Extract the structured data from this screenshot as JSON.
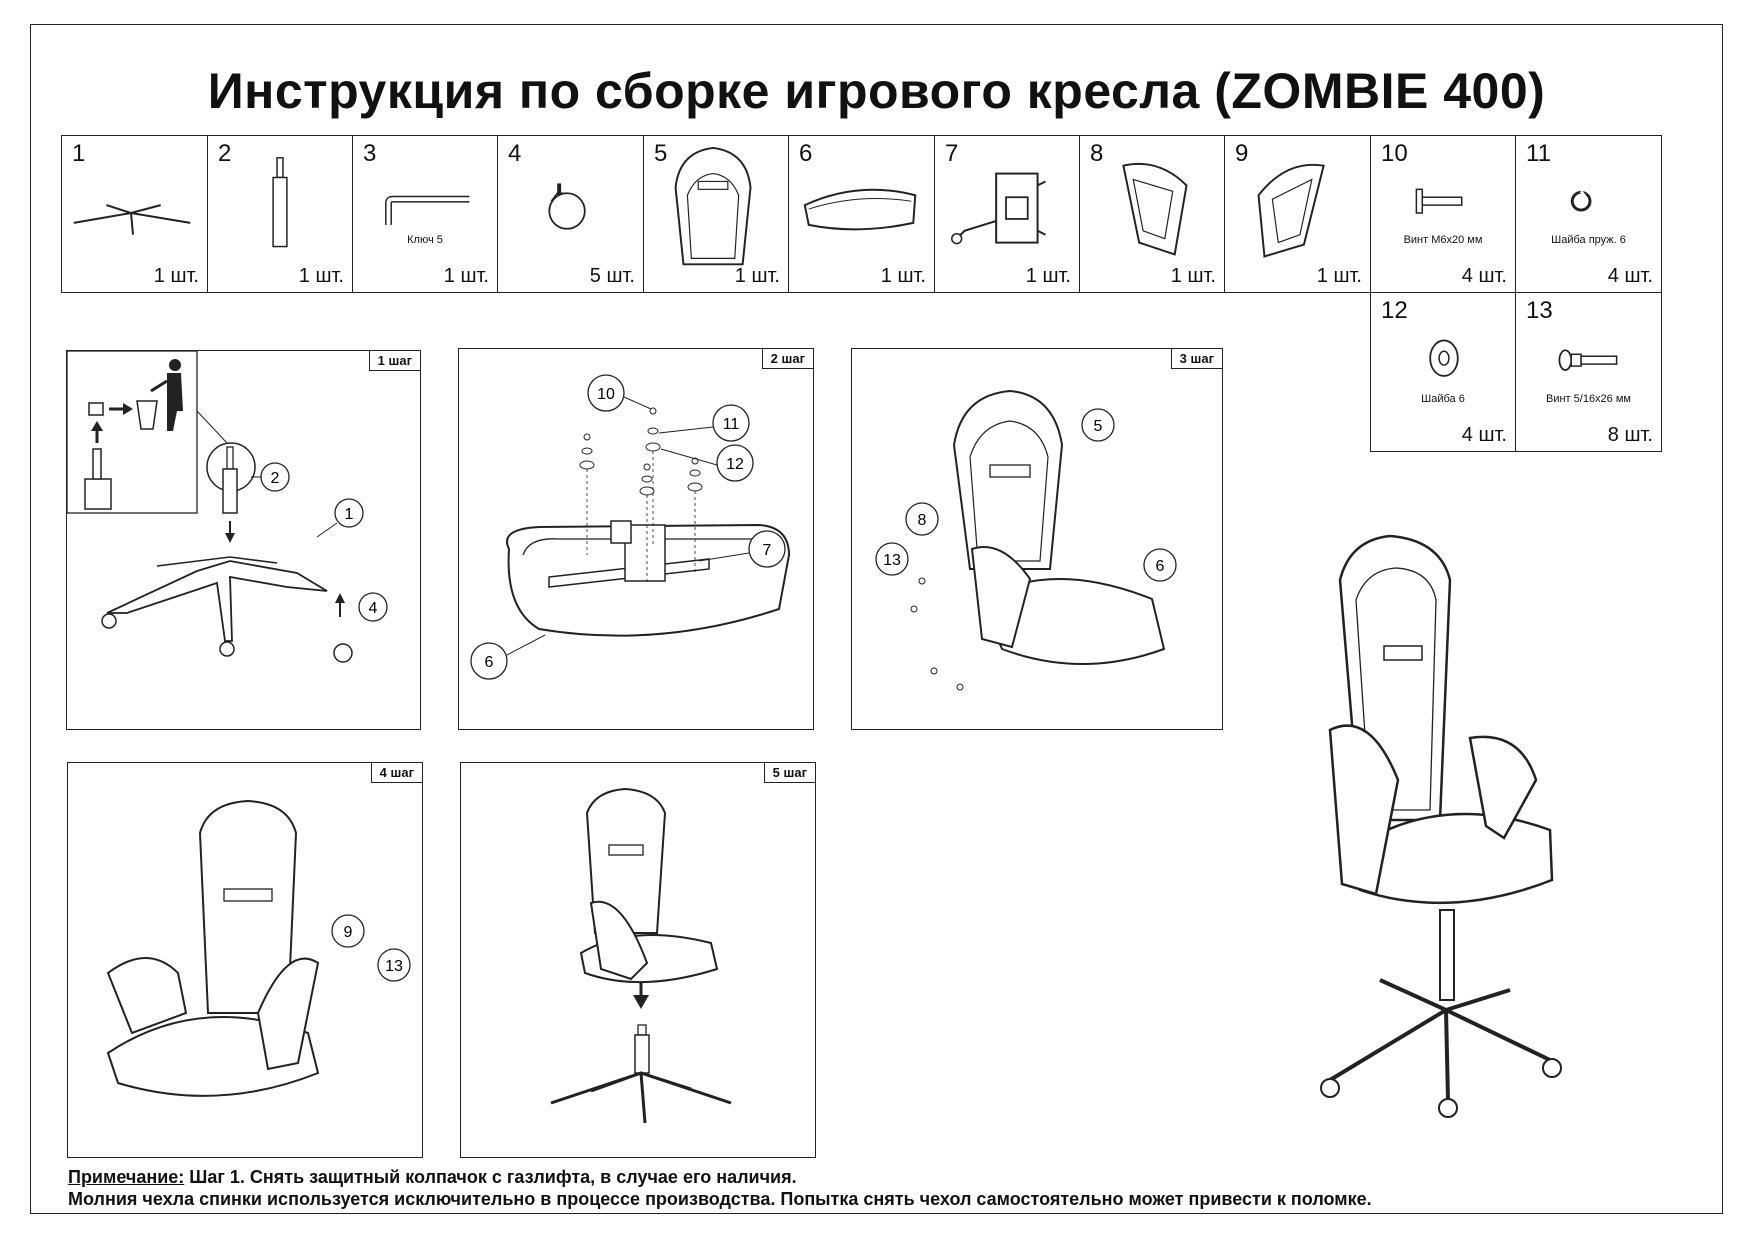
{
  "title": "Инструкция по сборке игрового кресла (ZOMBIE 400)",
  "parts": [
    {
      "num": "1",
      "qty": "1  шт.",
      "caption": "",
      "icon": "base-icon"
    },
    {
      "num": "2",
      "qty": "1  шт.",
      "caption": "",
      "icon": "gas-lift-icon"
    },
    {
      "num": "3",
      "qty": "1  шт.",
      "caption": "Ключ 5",
      "icon": "hex-key-icon"
    },
    {
      "num": "4",
      "qty": "5  шт.",
      "caption": "",
      "icon": "caster-icon"
    },
    {
      "num": "5",
      "qty": "1  шт.",
      "caption": "",
      "icon": "backrest-icon"
    },
    {
      "num": "6",
      "qty": "1  шт.",
      "caption": "",
      "icon": "seat-icon"
    },
    {
      "num": "7",
      "qty": "1  шт.",
      "caption": "",
      "icon": "mechanism-icon"
    },
    {
      "num": "8",
      "qty": "1  шт.",
      "caption": "",
      "icon": "armrest-left-icon"
    },
    {
      "num": "9",
      "qty": "1 шт.",
      "caption": "",
      "icon": "armrest-right-icon"
    },
    {
      "num": "10",
      "qty": "4 шт.",
      "caption": "Винт М6х20 мм",
      "icon": "bolt-icon"
    },
    {
      "num": "11",
      "qty": "4 шт.",
      "caption": "Шайба пруж. 6",
      "icon": "spring-washer-icon"
    },
    {
      "num": "12",
      "qty": "4 шт.",
      "caption": "Шайба 6",
      "icon": "washer-icon"
    },
    {
      "num": "13",
      "qty": "8 шт.",
      "caption": "Винт 5/16х26 мм",
      "icon": "bolt-long-icon"
    }
  ],
  "steps": [
    {
      "label": "1 шаг",
      "callouts": [
        "2",
        "1",
        "4"
      ]
    },
    {
      "label": "2 шаг",
      "callouts": [
        "10",
        "11",
        "12",
        "7",
        "6"
      ]
    },
    {
      "label": "3 шаг",
      "callouts": [
        "5",
        "8",
        "13",
        "6"
      ]
    },
    {
      "label": "4 шаг",
      "callouts": [
        "9",
        "13"
      ]
    },
    {
      "label": "5 шаг",
      "callouts": []
    }
  ],
  "note": {
    "label": "Примечание:",
    "line1": " Шаг 1. Снять защитный колпачок с газлифта, в случае его наличия.",
    "line2": "Молния чехла спинки используется исключительно в процессе производства. Попытка снять чехол самостоятельно может привести к поломке."
  }
}
